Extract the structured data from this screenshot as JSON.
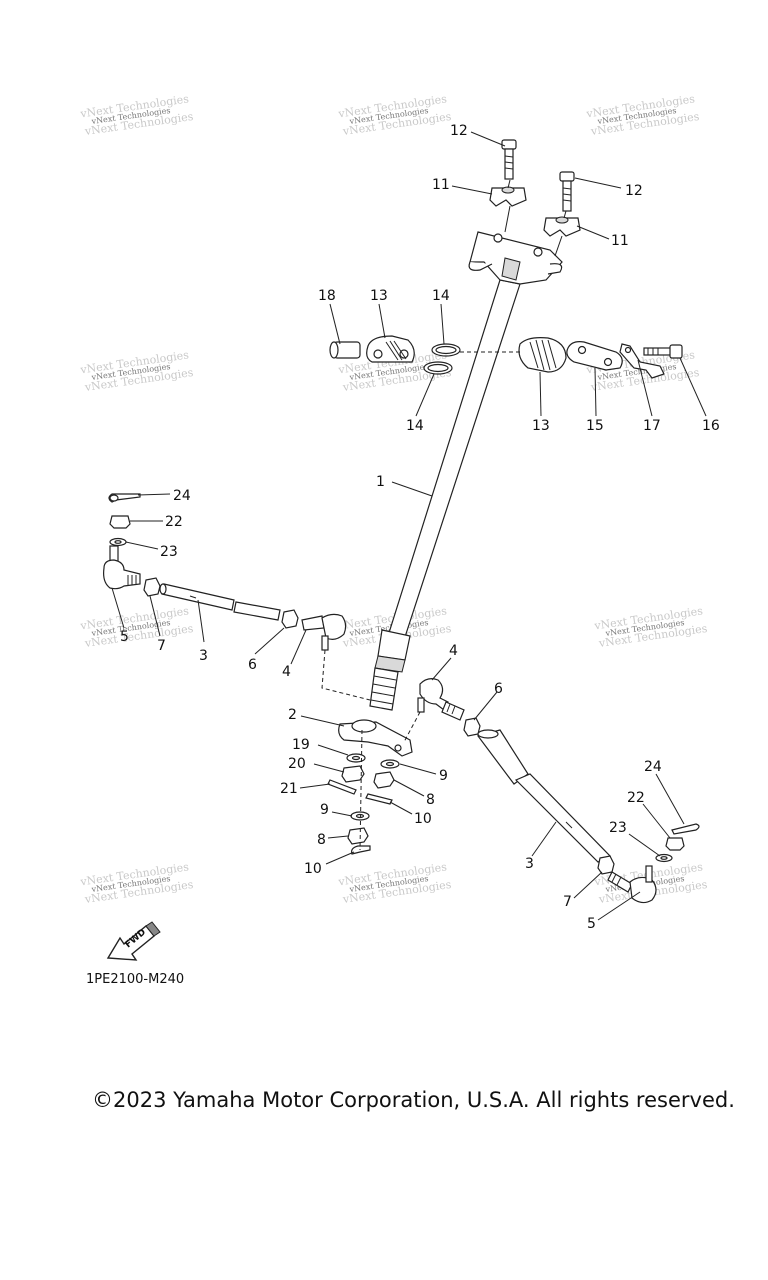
{
  "diagram": {
    "callouts": {
      "c1": "1",
      "c2": "2",
      "c3a": "3",
      "c3b": "3",
      "c4a": "4",
      "c4b": "4",
      "c5a": "5",
      "c5b": "5",
      "c6a": "6",
      "c6b": "6",
      "c7a": "7",
      "c7b": "7",
      "c8a": "8",
      "c8b": "8",
      "c9a": "9",
      "c9b": "9",
      "c10a": "10",
      "c10b": "10",
      "c11a": "11",
      "c11b": "11",
      "c12a": "12",
      "c12b": "12",
      "c13a": "13",
      "c13b": "13",
      "c14a": "14",
      "c14b": "14",
      "c15": "15",
      "c16": "16",
      "c17": "17",
      "c18": "18",
      "c19": "19",
      "c20": "20",
      "c21": "21",
      "c22a": "22",
      "c22b": "22",
      "c23a": "23",
      "c23b": "23",
      "c24a": "24",
      "c24b": "24"
    },
    "fwd_arrow_text": "FWD",
    "diagram_code": "1PE2100-M240",
    "watermark_text": "vNext Technologies"
  },
  "footer": {
    "copyright": "©2023 Yamaha Motor Corporation, U.S.A. All rights reserved."
  }
}
